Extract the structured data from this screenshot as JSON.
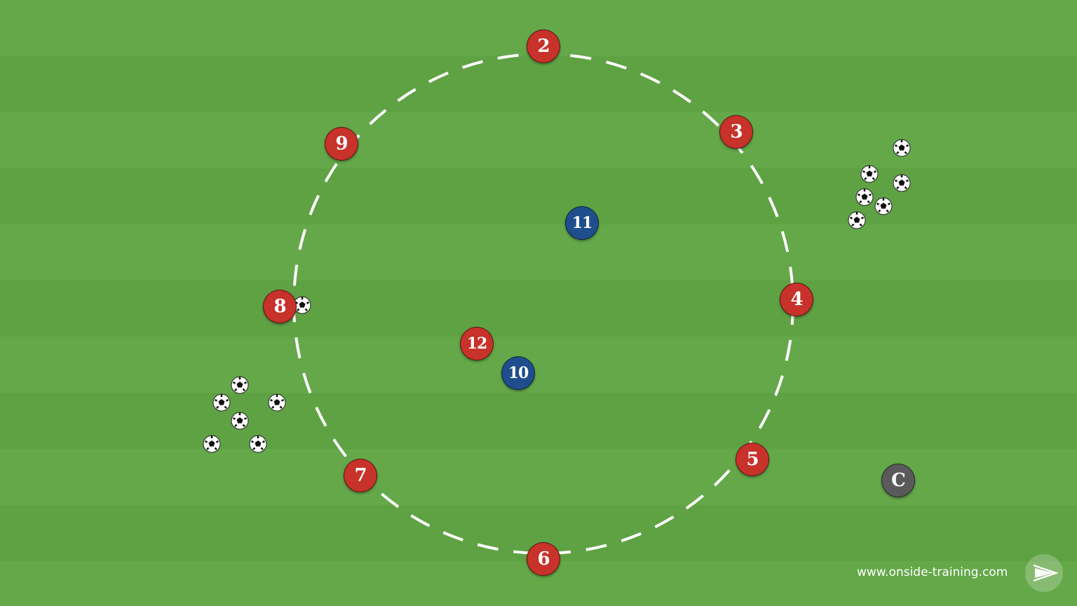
{
  "players": [
    {
      "id": "p2",
      "label": "2",
      "team": "red"
    },
    {
      "id": "p3",
      "label": "3",
      "team": "red"
    },
    {
      "id": "p4",
      "label": "4",
      "team": "red"
    },
    {
      "id": "p5",
      "label": "5",
      "team": "red"
    },
    {
      "id": "p6",
      "label": "6",
      "team": "red"
    },
    {
      "id": "p7",
      "label": "7",
      "team": "red"
    },
    {
      "id": "p8",
      "label": "8",
      "team": "red"
    },
    {
      "id": "p9",
      "label": "9",
      "team": "red"
    },
    {
      "id": "p12",
      "label": "12",
      "team": "red"
    },
    {
      "id": "p10",
      "label": "10",
      "team": "blue"
    },
    {
      "id": "p11",
      "label": "11",
      "team": "blue"
    },
    {
      "id": "pc",
      "label": "C",
      "team": "grey"
    }
  ],
  "colors": {
    "red_team": "#c7322a",
    "blue_team": "#1f4e8c",
    "coach": "#5a5a5a",
    "pitch_light": "#64a84a",
    "pitch_dark": "#5fa244"
  },
  "markings": {
    "circle_line": "dashed-white-circle"
  },
  "footer": {
    "url": "www.onside-training.com",
    "logo_icon": "onside-training-logo-icon"
  }
}
